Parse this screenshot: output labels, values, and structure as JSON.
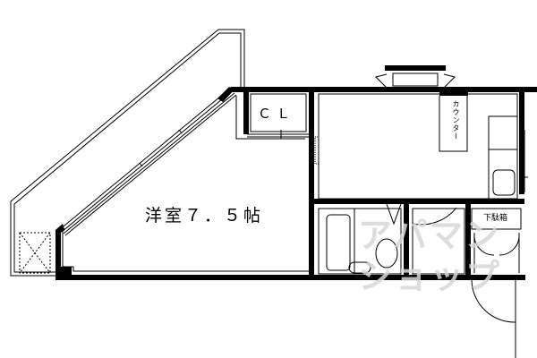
{
  "floorplan": {
    "rooms": {
      "main_room": "洋室７．５帖",
      "closet": "ＣＬ",
      "counter": "カウンター",
      "shoe_box": "下駄箱"
    },
    "watermark": {
      "line1": "アパマン",
      "line2": "ショップ"
    },
    "colors": {
      "wall": "#000000",
      "background": "#ffffff",
      "watermark": "#d8d8d8"
    }
  }
}
